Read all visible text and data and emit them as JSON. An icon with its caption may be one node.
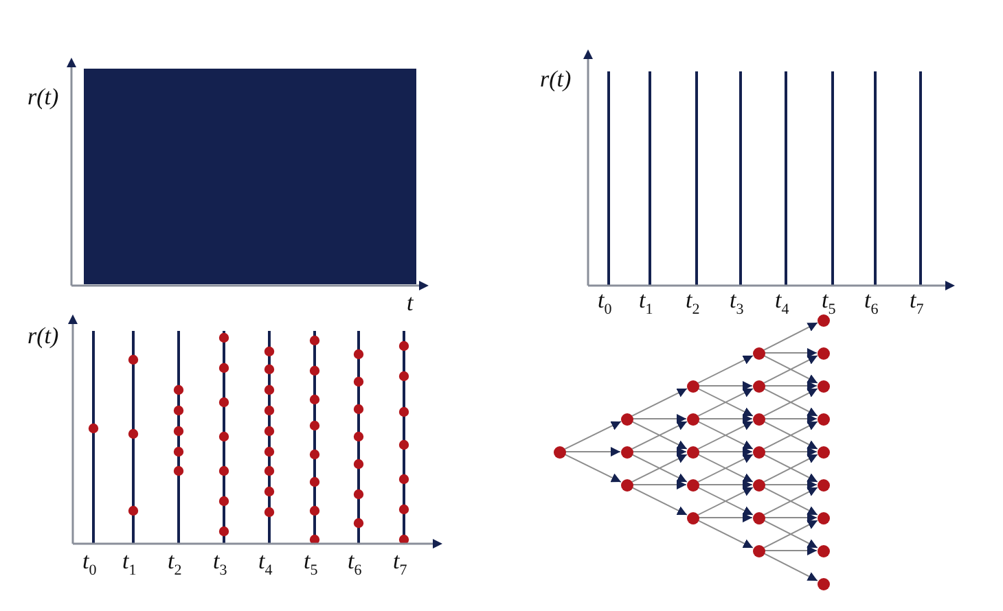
{
  "diagram": {
    "nodes": [
      {
        "text": [],
        "shape": "circle"
      },
      {
        "text": [],
        "shape": "circle"
      },
      {
        "text": [],
        "shape": "circle"
      },
      {
        "text": [],
        "shape": "circle"
      },
      {
        "text": [],
        "shape": "circle"
      },
      {
        "text": [],
        "shape": "circle"
      },
      {
        "text": [],
        "shape": "circle"
      },
      {
        "text": [],
        "shape": "circle"
      },
      {
        "text": [],
        "shape": "circle"
      },
      {
        "text": [],
        "shape": "circle"
      },
      {
        "text": [],
        "shape": "circle"
      },
      {
        "text": [],
        "shape": "circle"
      },
      {
        "text": [],
        "shape": "circle"
      },
      {
        "text": [],
        "shape": "circle"
      },
      {
        "text": [],
        "shape": "circle"
      },
      {
        "text": [],
        "shape": "circle"
      },
      {
        "text": [],
        "shape": "circle"
      },
      {
        "text": [],
        "shape": "circle"
      },
      {
        "text": [],
        "shape": "circle"
      },
      {
        "text": [],
        "shape": "circle"
      },
      {
        "text": [],
        "shape": "circle"
      },
      {
        "text": [],
        "shape": "circle"
      },
      {
        "text": [],
        "shape": "circle"
      },
      {
        "text": [],
        "shape": "circle"
      },
      {
        "text": [],
        "shape": "circle"
      }
    ],
    "edges": [
      {
        "from": 0,
        "to": 1,
        "arrow": "to"
      },
      {
        "from": 0,
        "to": 2,
        "arrow": "to"
      },
      {
        "from": 0,
        "to": 3,
        "arrow": "to"
      },
      {
        "from": 1,
        "to": 4,
        "arrow": "to"
      },
      {
        "from": 1,
        "to": 5,
        "arrow": "to"
      },
      {
        "from": 1,
        "to": 6,
        "arrow": "to"
      },
      {
        "from": 2,
        "to": 5,
        "arrow": "to"
      },
      {
        "from": 2,
        "to": 6,
        "arrow": "to"
      },
      {
        "from": 2,
        "to": 7,
        "arrow": "to"
      },
      {
        "from": 3,
        "to": 6,
        "arrow": "to"
      },
      {
        "from": 3,
        "to": 7,
        "arrow": "to"
      },
      {
        "from": 3,
        "to": 8,
        "arrow": "to"
      },
      {
        "from": 4,
        "to": 9,
        "arrow": "to"
      },
      {
        "from": 4,
        "to": 10,
        "arrow": "to"
      },
      {
        "from": 4,
        "to": 11,
        "arrow": "to"
      },
      {
        "from": 5,
        "to": 10,
        "arrow": "to"
      },
      {
        "from": 5,
        "to": 11,
        "arrow": "to"
      },
      {
        "from": 5,
        "to": 12,
        "arrow": "to"
      },
      {
        "from": 6,
        "to": 11,
        "arrow": "to"
      },
      {
        "from": 6,
        "to": 12,
        "arrow": "to"
      },
      {
        "from": 6,
        "to": 13,
        "arrow": "to"
      },
      {
        "from": 7,
        "to": 12,
        "arrow": "to"
      },
      {
        "from": 7,
        "to": 13,
        "arrow": "to"
      },
      {
        "from": 7,
        "to": 14,
        "arrow": "to"
      },
      {
        "from": 8,
        "to": 13,
        "arrow": "to"
      },
      {
        "from": 8,
        "to": 14,
        "arrow": "to"
      },
      {
        "from": 8,
        "to": 15,
        "arrow": "to"
      },
      {
        "from": 9,
        "to": 16,
        "arrow": "to"
      },
      {
        "from": 9,
        "to": 17,
        "arrow": "to"
      },
      {
        "from": 9,
        "to": 18,
        "arrow": "to"
      },
      {
        "from": 10,
        "to": 17,
        "arrow": "to"
      },
      {
        "from": 10,
        "to": 18,
        "arrow": "to"
      },
      {
        "from": 10,
        "to": 19,
        "arrow": "to"
      },
      {
        "from": 11,
        "to": 18,
        "arrow": "to"
      },
      {
        "from": 11,
        "to": 19,
        "arrow": "to"
      },
      {
        "from": 11,
        "to": 20,
        "arrow": "to"
      },
      {
        "from": 12,
        "to": 19,
        "arrow": "to"
      },
      {
        "from": 12,
        "to": 20,
        "arrow": "to"
      },
      {
        "from": 12,
        "to": 21,
        "arrow": "to"
      },
      {
        "from": 13,
        "to": 20,
        "arrow": "to"
      },
      {
        "from": 13,
        "to": 21,
        "arrow": "to"
      },
      {
        "from": 13,
        "to": 22,
        "arrow": "to"
      },
      {
        "from": 14,
        "to": 21,
        "arrow": "to"
      },
      {
        "from": 14,
        "to": 22,
        "arrow": "to"
      },
      {
        "from": 14,
        "to": 23,
        "arrow": "to"
      },
      {
        "from": 15,
        "to": 22,
        "arrow": "to"
      },
      {
        "from": 15,
        "to": 23,
        "arrow": "to"
      },
      {
        "from": 15,
        "to": 24,
        "arrow": "to"
      }
    ],
    "labels": [
      "r(t)",
      "r(t)",
      "t",
      "t$_{0}$",
      "t$_{1}$",
      "t$_{2}$",
      "t$_{3}$",
      "t$_{4}$",
      "t$_{5}$",
      "t$_{6}$",
      "t$_{7}$",
      "r(t)",
      "t$_{0}$",
      "t$_{1}$",
      "t$_{2}$",
      "t$_{3}$",
      "t$_{4}$",
      "t$_{5}$",
      "t$_{6}$",
      "t$_{7}$"
    ]
  }
}
